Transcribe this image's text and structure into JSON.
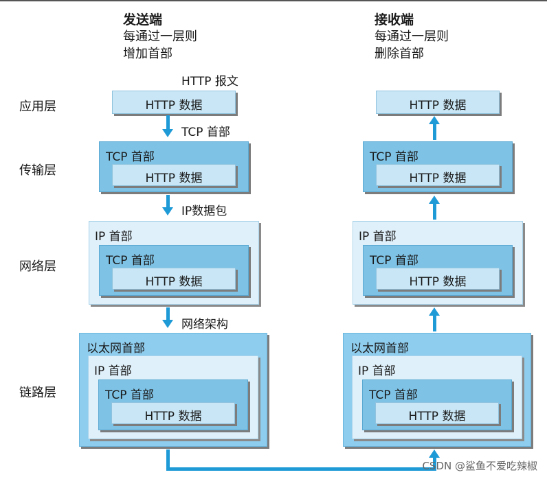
{
  "sender": {
    "title": "发送端",
    "line1": "每通过一层则",
    "line2": "增加首部"
  },
  "receiver": {
    "title": "接收端",
    "line1": "每通过一层则",
    "line2": "删除首部"
  },
  "layers": {
    "application": "应用层",
    "transport": "传输层",
    "network": "网络层",
    "link": "链路层"
  },
  "labels": {
    "http_message": "HTTP 报文",
    "tcp_header": "TCP 首部",
    "ip_packet": "IP数据包",
    "network_frame": "网络架构"
  },
  "boxes": {
    "http_data": "HTTP 数据",
    "tcp_header": "TCP 首部",
    "ip_header": "IP 首部",
    "eth_header": "以太网首部"
  },
  "watermark": "CSDN @鲨鱼不爱吃辣椒",
  "colors": {
    "arrow": "#1e9ad6",
    "http_box": "#c8e6f5",
    "tcp_box": "#7ec3e6",
    "ip_box": "#dff0fa",
    "eth_box": "#8fcdee"
  }
}
